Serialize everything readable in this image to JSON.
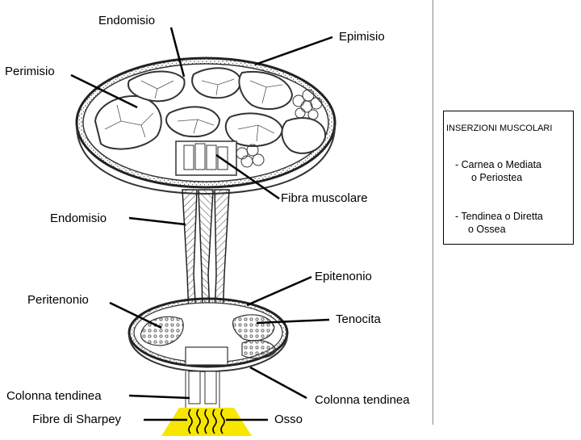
{
  "labels": {
    "endomisio_top": "Endomisio",
    "epimisio": "Epimisio",
    "perimisio": "Perimisio",
    "fibra_muscolare": "Fibra muscolare",
    "endomisio_mid": "Endomisio",
    "epitenonio": "Epitenonio",
    "peritenonio": "Peritenonio",
    "tenocita": "Tenocita",
    "colonna_tendinea_left": "Colonna tendinea",
    "colonna_tendinea_right": "Colonna tendinea",
    "fibre_sharpey": "Fibre di Sharpey",
    "osso": "Osso"
  },
  "info_box": {
    "title": "INSERZIONI MUSCOLARI",
    "item1_line1": "- Carnea o Mediata",
    "item1_line2": "o Periostea",
    "item2_line1": "- Tendinea o Diretta",
    "item2_line2": "o Ossea"
  },
  "colors": {
    "ink": "#3a3a3a",
    "bone": "#f7e600"
  }
}
